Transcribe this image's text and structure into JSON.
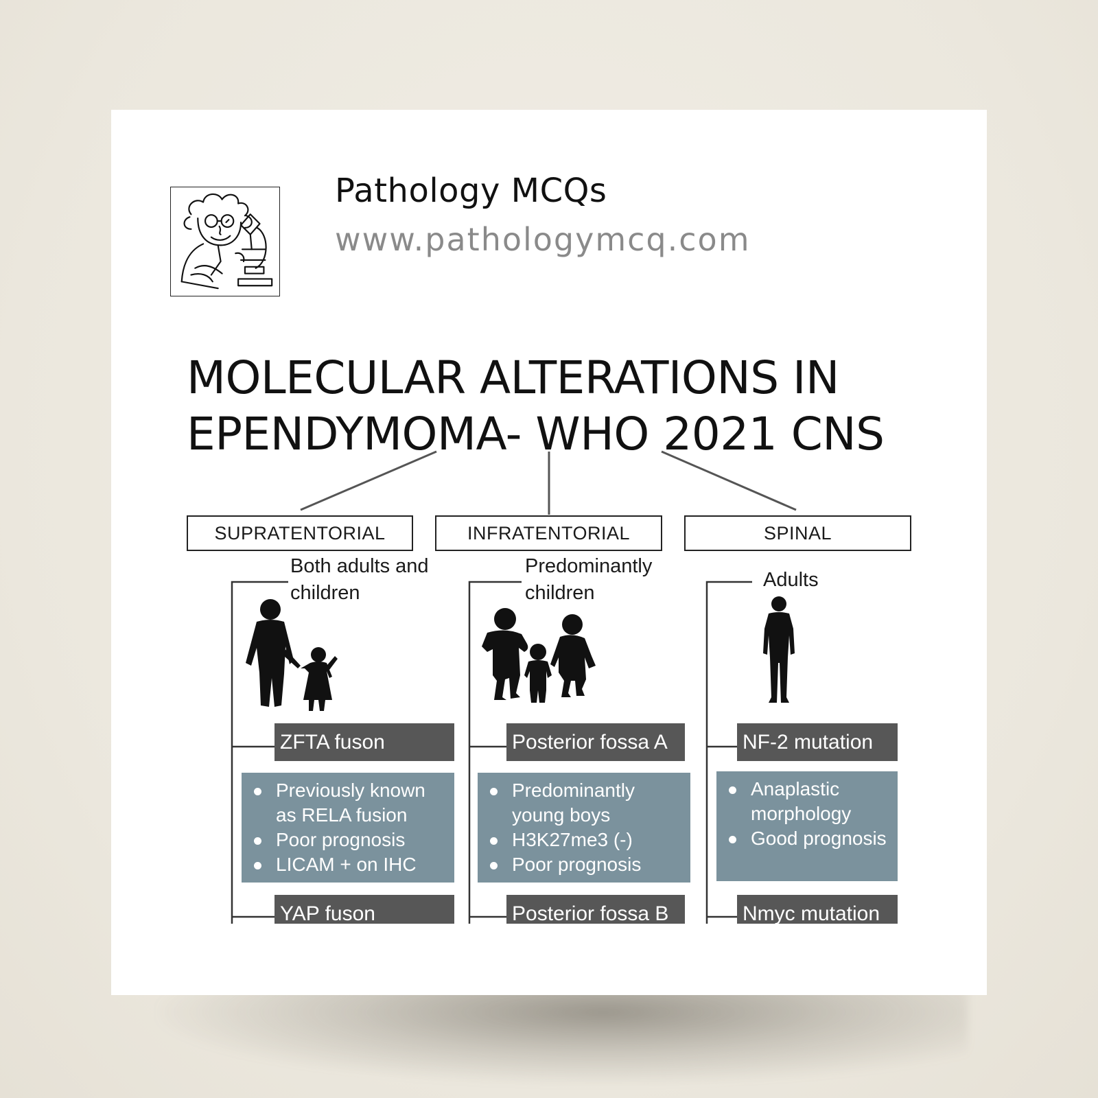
{
  "brand": {
    "name": "Pathology MCQs",
    "url": "www.pathologymcq.com"
  },
  "title": {
    "line1": "MOLECULAR ALTERATIONS IN",
    "line2": "EPENDYMOMA- WHO 2021 CNS"
  },
  "columns": [
    {
      "region": "SUPRATENTORIAL",
      "age_line1": "Both adults and",
      "age_line2": "children",
      "subtypes": [
        "ZFTA fuson",
        "YAP fuson"
      ],
      "details": [
        "Previously known as RELA fusion",
        "Poor prognosis",
        "LICAM + on IHC"
      ]
    },
    {
      "region": "INFRATENTORIAL",
      "age_line1": "Predominantly",
      "age_line2": "children",
      "subtypes": [
        "Posterior fossa A",
        "Posterior fossa B"
      ],
      "details": [
        "Predominantly young boys",
        " H3K27me3 (-)",
        "Poor prognosis"
      ]
    },
    {
      "region": "SPINAL",
      "age_line1": "Adults",
      "age_line2": "",
      "subtypes": [
        "NF-2 mutation",
        "Nmyc mutation"
      ],
      "details": [
        "Anaplastic morphology",
        "Good prognosis"
      ]
    }
  ]
}
